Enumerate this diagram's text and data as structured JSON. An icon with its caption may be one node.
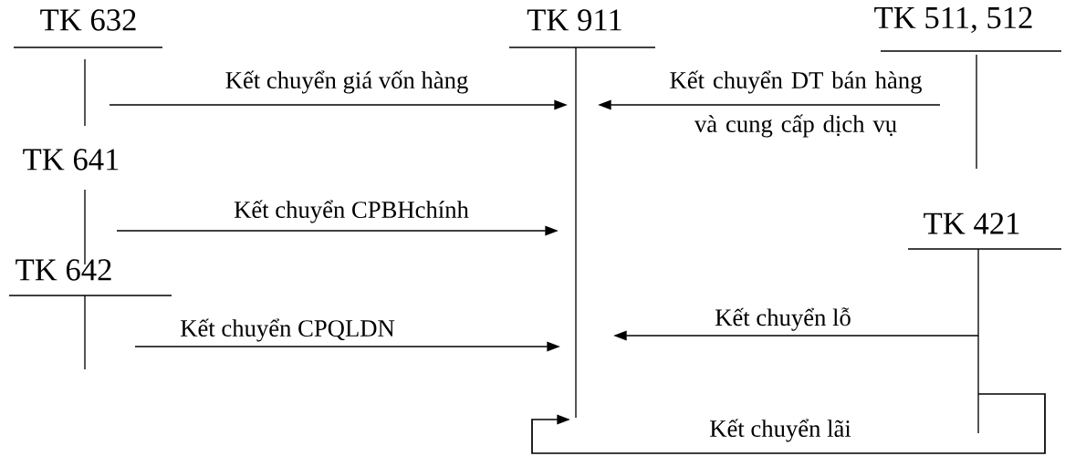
{
  "diagram": {
    "nodes": [
      {
        "text": [
          "TK 632"
        ]
      },
      {
        "text": [
          "TK 911"
        ]
      },
      {
        "text": [
          "TK 511, 512"
        ]
      },
      {
        "text": [
          "TK 641"
        ]
      },
      {
        "text": [
          "TK 421"
        ]
      },
      {
        "text": [
          "TK 642"
        ]
      }
    ],
    "edges": [
      {
        "from": 0,
        "to": 1,
        "arrow": "to",
        "label": "Kết chuyển giá vốn hàng"
      },
      {
        "from": 2,
        "to": 1,
        "arrow": "to",
        "label": "Kết chuyển DT bán hàng và cung cấp dịch vụ"
      },
      {
        "from": 3,
        "to": 1,
        "arrow": "to",
        "label": "Kết chuyển CPBHchính"
      },
      {
        "from": 5,
        "to": 1,
        "arrow": "to",
        "label": "Kết chuyển CPQLDN"
      },
      {
        "from": 4,
        "to": 1,
        "arrow": "to",
        "label": "Kết chuyển lỗ"
      },
      {
        "from": 4,
        "to": 1,
        "arrow": "to",
        "label": "Kết chuyển lãi"
      }
    ]
  }
}
